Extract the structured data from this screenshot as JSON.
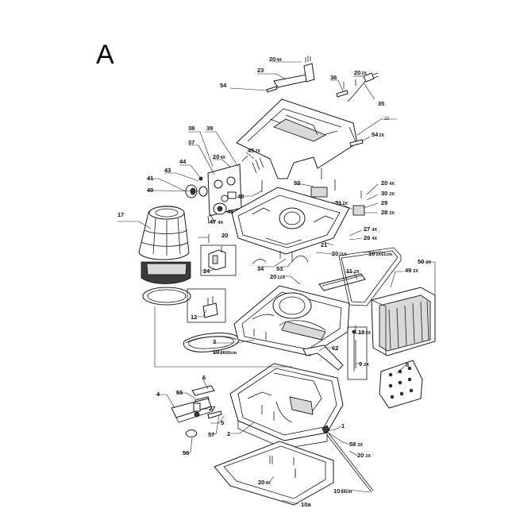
{
  "diagram": {
    "title": "A",
    "callouts": [
      {
        "num": "20",
        "qty": "4X"
      },
      {
        "num": "23",
        "qty": ""
      },
      {
        "num": "54",
        "qty": ""
      },
      {
        "num": "36",
        "qty": ""
      },
      {
        "num": "20",
        "qty": "2X"
      },
      {
        "num": "35",
        "qty": ""
      },
      {
        "num": "22",
        "qty": ""
      },
      {
        "num": "54",
        "qty": "2X"
      },
      {
        "num": "38",
        "qty": ""
      },
      {
        "num": "39",
        "qty": ""
      },
      {
        "num": "37",
        "qty": ""
      },
      {
        "num": "45",
        "qty": "2X"
      },
      {
        "num": "20",
        "qty": "4X"
      },
      {
        "num": "44",
        "qty": ""
      },
      {
        "num": "43",
        "qty": ""
      },
      {
        "num": "41",
        "qty": ""
      },
      {
        "num": "40",
        "qty": ""
      },
      {
        "num": "46",
        "qty": ""
      },
      {
        "num": "48",
        "qty": ""
      },
      {
        "num": "32",
        "qty": ""
      },
      {
        "num": "31",
        "qty": "2X"
      },
      {
        "num": "20",
        "qty": "4X"
      },
      {
        "num": "30",
        "qty": "2X"
      },
      {
        "num": "29",
        "qty": ""
      },
      {
        "num": "28",
        "qty": "2X"
      },
      {
        "num": "17",
        "qty": ""
      },
      {
        "num": "47",
        "qty": "4X"
      },
      {
        "num": "20",
        "qty": ""
      },
      {
        "num": "27",
        "qty": "4X"
      },
      {
        "num": "26",
        "qty": "4X"
      },
      {
        "num": "21",
        "qty": ""
      },
      {
        "num": "20",
        "qty": "11X"
      },
      {
        "num": "10",
        "qty": "2X61cm"
      },
      {
        "num": "24",
        "qty": ""
      },
      {
        "num": "34",
        "qty": ""
      },
      {
        "num": "53",
        "qty": ""
      },
      {
        "num": "20",
        "qty": "12X"
      },
      {
        "num": "11",
        "qty": "2X"
      },
      {
        "num": "49",
        "qty": "2X"
      },
      {
        "num": "50",
        "qty": "2X"
      },
      {
        "num": "12",
        "qty": ""
      },
      {
        "num": "19",
        "qty": "2X"
      },
      {
        "num": "3",
        "qty": ""
      },
      {
        "num": "10",
        "qty": "2X60cm"
      },
      {
        "num": "62",
        "qty": ""
      },
      {
        "num": "9",
        "qty": "2X"
      },
      {
        "num": "8",
        "qty": ""
      },
      {
        "num": "6",
        "qty": ""
      },
      {
        "num": "4",
        "qty": ""
      },
      {
        "num": "55",
        "qty": ""
      },
      {
        "num": "27",
        "qty": ""
      },
      {
        "num": "5",
        "qty": ""
      },
      {
        "num": "57",
        "qty": ""
      },
      {
        "num": "2",
        "qty": ""
      },
      {
        "num": "1",
        "qty": ""
      },
      {
        "num": "56",
        "qty": ""
      },
      {
        "num": "58",
        "qty": "2X"
      },
      {
        "num": "20",
        "qty": "2X"
      },
      {
        "num": "20",
        "qty": "4X"
      },
      {
        "num": "10",
        "qty": "84cm"
      },
      {
        "num": "10a",
        "qty": ""
      }
    ]
  }
}
